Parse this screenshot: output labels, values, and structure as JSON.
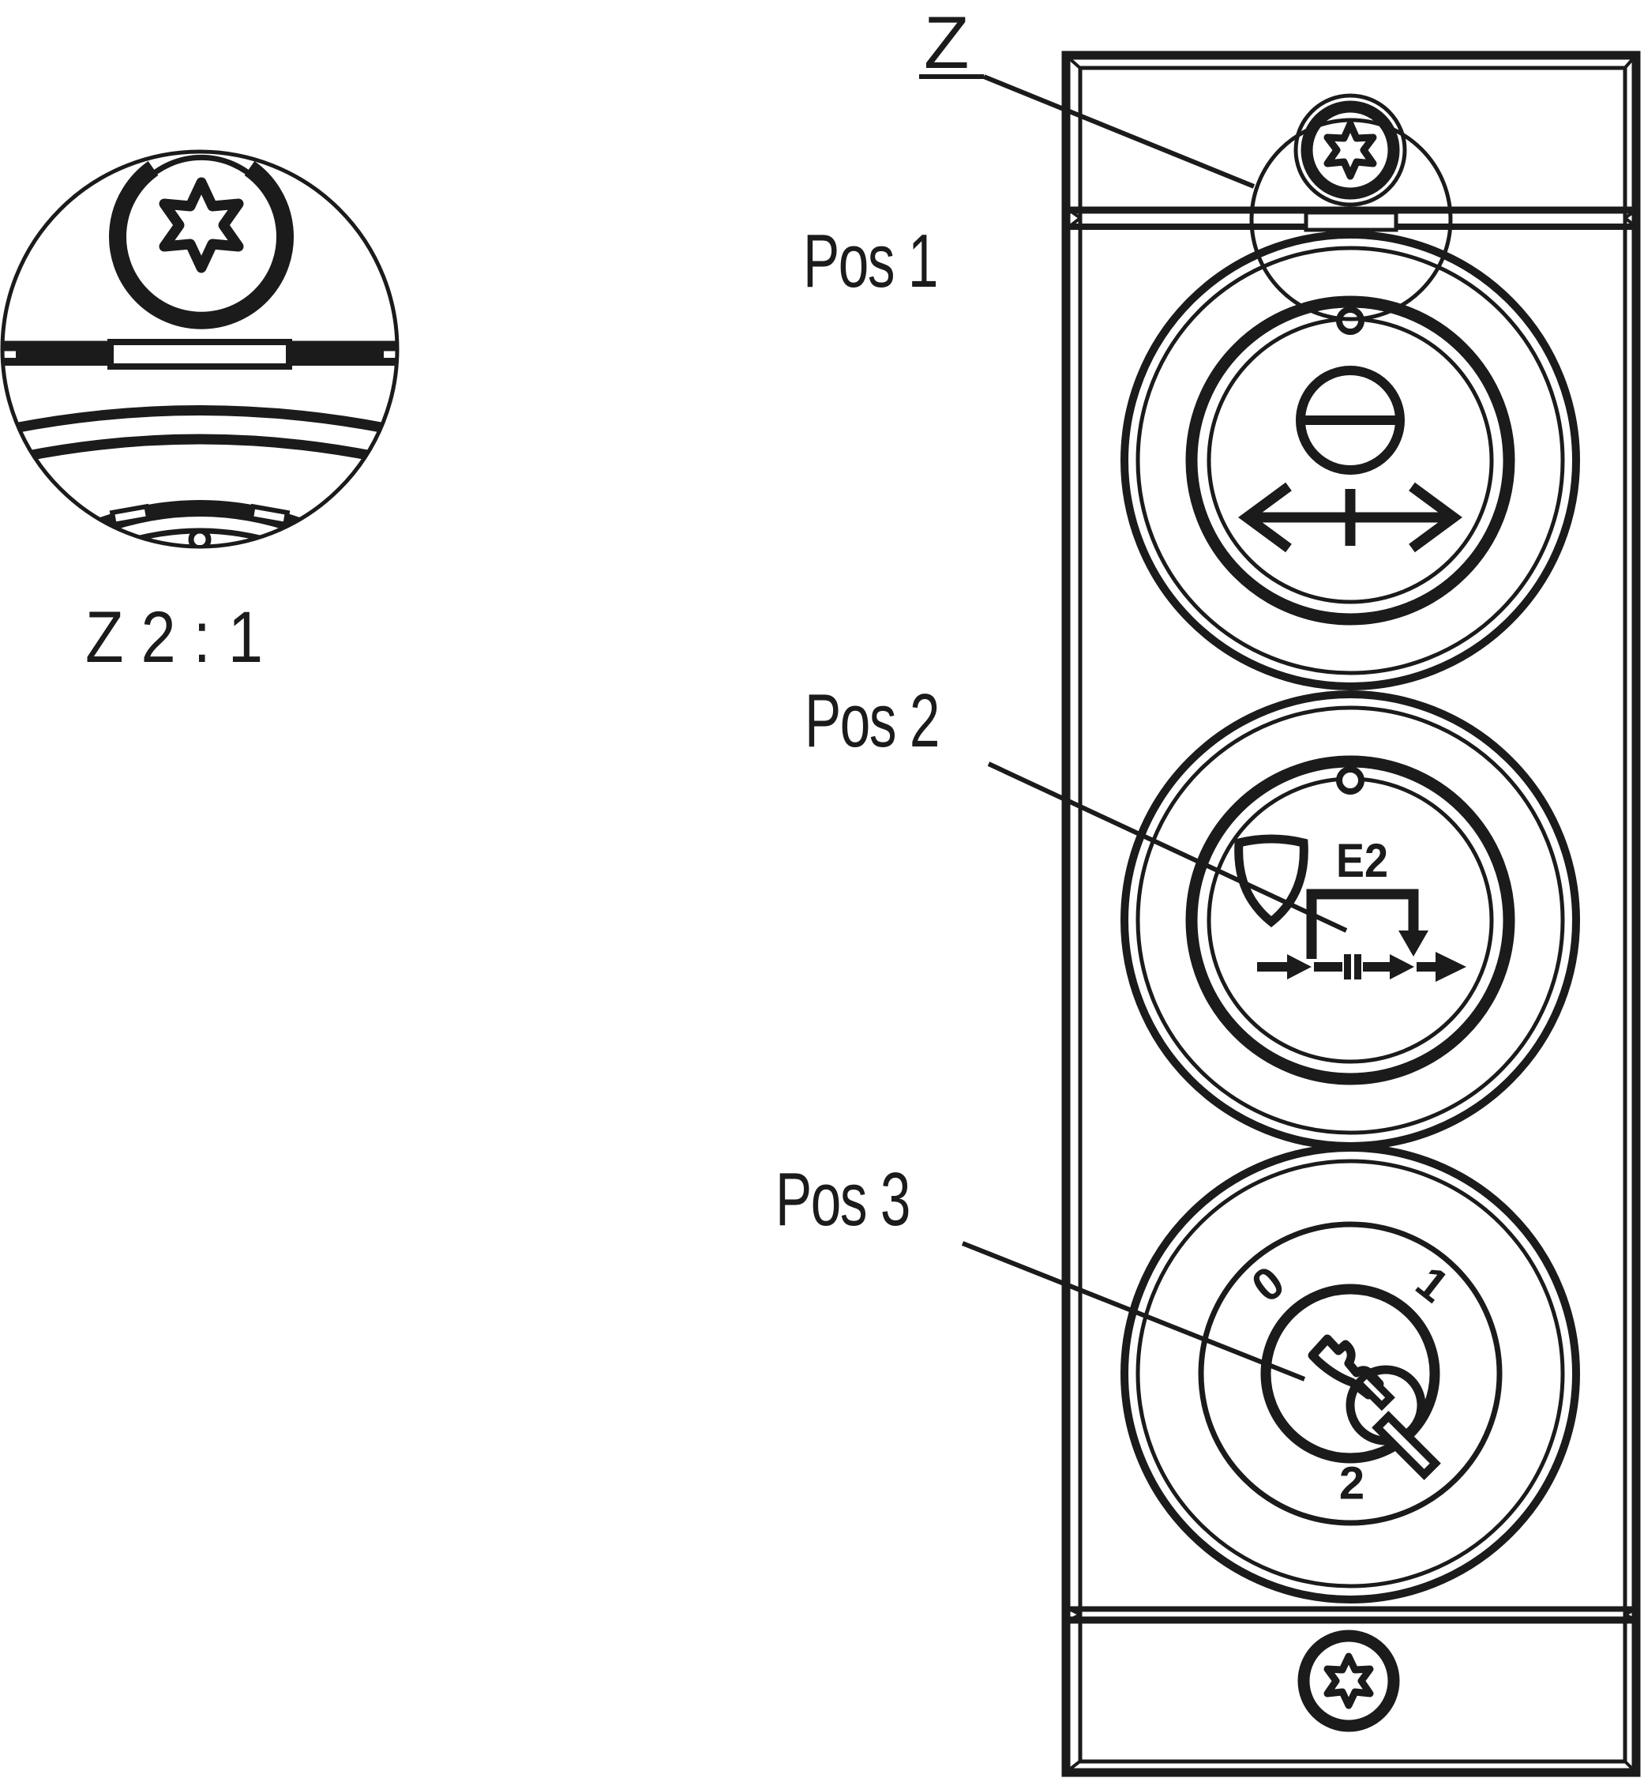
{
  "drawing": {
    "type": "technical-line-drawing",
    "subject": "control panel with two push buttons and key switch, with 2:1 magnified detail Z"
  },
  "colors": {
    "line": "#1b1b1b",
    "background": "#ffffff"
  },
  "detail_view": {
    "scale_label": "Z 2 : 1",
    "shows": "torx-screw, cover seam slot and button bezel at 2:1 scale"
  },
  "callouts": {
    "z": "Z",
    "pos1": "Pos 1",
    "pos2": "Pos 2",
    "pos3": "Pos 3"
  },
  "panel": {
    "top_screw": "torx-screw",
    "bottom_screw": "torx-screw",
    "pos1_button": {
      "icon": "door-leaf with bidirectional arrow"
    },
    "pos2_button": {
      "icon": "shield and bypass arrow",
      "code_label": "E2"
    },
    "keyswitch": {
      "positions": [
        "0",
        "1",
        "2"
      ],
      "icon": "key"
    }
  }
}
